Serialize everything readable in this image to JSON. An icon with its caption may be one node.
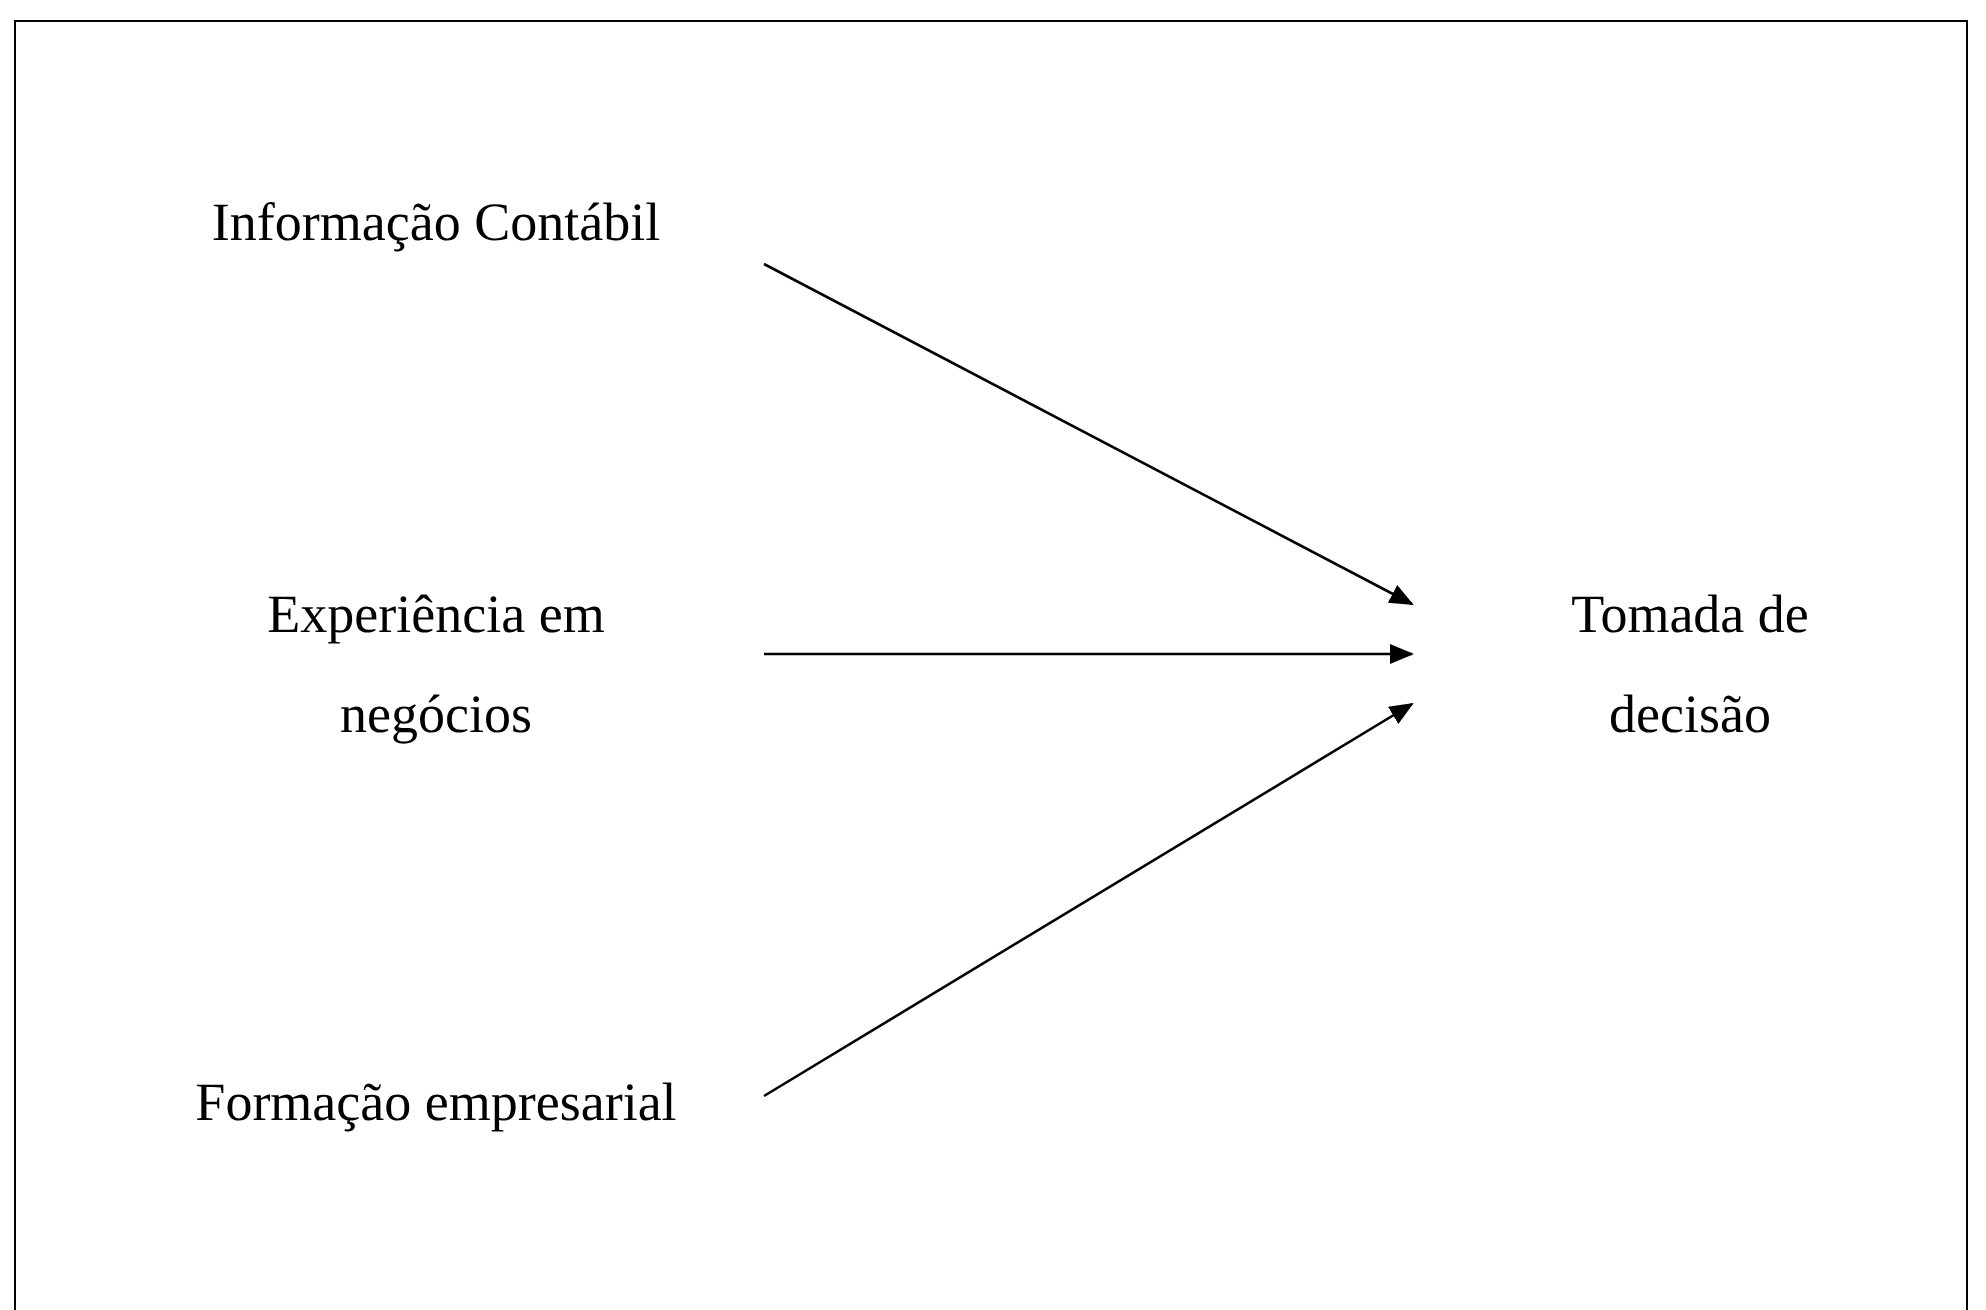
{
  "diagram": {
    "nodes": [
      {
        "text": [
          "Informação Contábil"
        ]
      },
      {
        "text": [
          "Experiência em negócios"
        ]
      },
      {
        "text": [
          "Formação empresarial"
        ]
      },
      {
        "text": [
          "Tomada de decisão"
        ]
      }
    ],
    "edges": [
      {
        "from": 0,
        "to": 3,
        "arrow": "to"
      },
      {
        "from": 1,
        "to": 3,
        "arrow": "to"
      },
      {
        "from": 2,
        "to": 3,
        "arrow": "to"
      }
    ]
  }
}
